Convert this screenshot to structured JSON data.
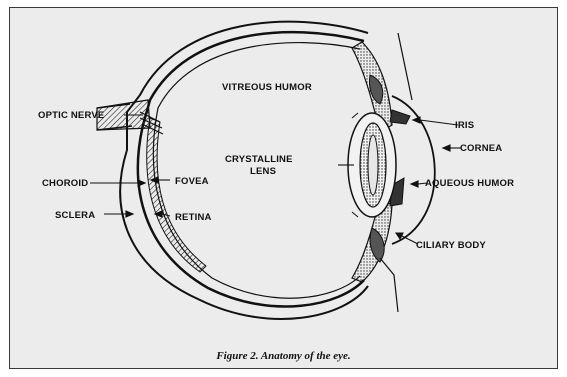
{
  "labels": {
    "optic_nerve": "OPTIC NERVE",
    "vitreous_humor": "VITREOUS HUMOR",
    "choroid": "CHOROID",
    "fovea": "FOVEA",
    "sclera": "SCLERA",
    "retina": "RETINA",
    "crystalline_line1": "CRYSTALLINE",
    "crystalline_line2": "LENS",
    "iris": "IRIS",
    "cornea": "CORNEA",
    "aqueous_humor": "AQUEOUS HUMOR",
    "ciliary_body": "CILIARY BODY"
  },
  "caption": "Figure 2. Anatomy of the eye.",
  "colors": {
    "background": "#ececec",
    "ink": "#111111",
    "frame": "#3a3a3a"
  }
}
